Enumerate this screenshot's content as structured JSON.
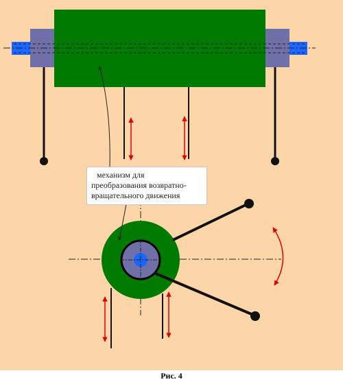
{
  "figure": {
    "background_color": "#fcd5a8",
    "roller_color": "#007a00",
    "bearing_color": "#7070a8",
    "shaft_color": "#1a66ff",
    "arrow_color": "#e00000",
    "rod_color": "#111111"
  },
  "callout": {
    "line1": "механизм для",
    "line2": "преобразования возвратно-",
    "line3": "вращательного движения"
  },
  "caption": "Рис. 4"
}
